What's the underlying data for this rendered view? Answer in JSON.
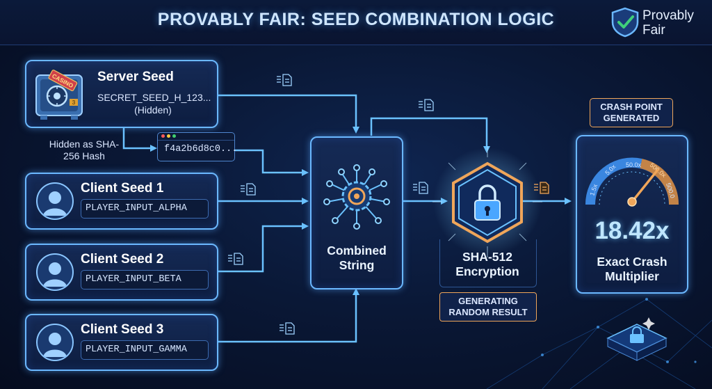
{
  "header": {
    "title": "PROVABLY FAIR: SEED COMBINATION LOGIC",
    "brand": "Provably Fair"
  },
  "server_seed": {
    "title": "Server Seed",
    "value": "SECRET_SEED_H_123...",
    "note": "(Hidden)",
    "sticker": "CASINO",
    "vault_digit": "3"
  },
  "hash": {
    "label": "Hidden as SHA-256 Hash",
    "value": "f4a2b6d8c0..."
  },
  "client_seeds": [
    {
      "title": "Client Seed 1",
      "value": "PLAYER_INPUT_ALPHA"
    },
    {
      "title": "Client Seed 2",
      "value": "PLAYER_INPUT_BETA"
    },
    {
      "title": "Client Seed 3",
      "value": "PLAYER_INPUT_GAMMA"
    }
  ],
  "combined": {
    "label": "Combined String"
  },
  "encryption": {
    "label": "SHA-512 Encryption",
    "status": "GENERATING RANDOM RESULT"
  },
  "result": {
    "badge": "CRASH POINT GENERATED",
    "value": "18.42x",
    "label": "Exact Crash Multiplier",
    "gauge_ticks": [
      "1.5x",
      "5.0x",
      "50.0x",
      "500.0x",
      "500.0"
    ]
  },
  "colors": {
    "accent_blue": "#6bb8ff",
    "accent_orange": "#f0a65a",
    "background": "#0a1836"
  }
}
